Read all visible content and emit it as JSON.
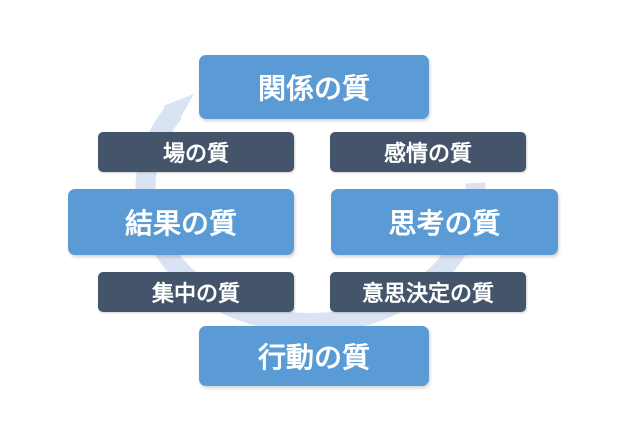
{
  "main_nodes": {
    "top": "関係の質",
    "right": "思考の質",
    "bottom": "行動の質",
    "left": "結果の質"
  },
  "sub_labels": {
    "top_left": "場の質",
    "top_right": "感情の質",
    "bottom_right": "意思決定の質",
    "bottom_left": "集中の質"
  },
  "colors": {
    "main_box": "#5b9bd5",
    "sub_box": "#44546a",
    "ring": "#dae3f3",
    "text": "#ffffff"
  }
}
